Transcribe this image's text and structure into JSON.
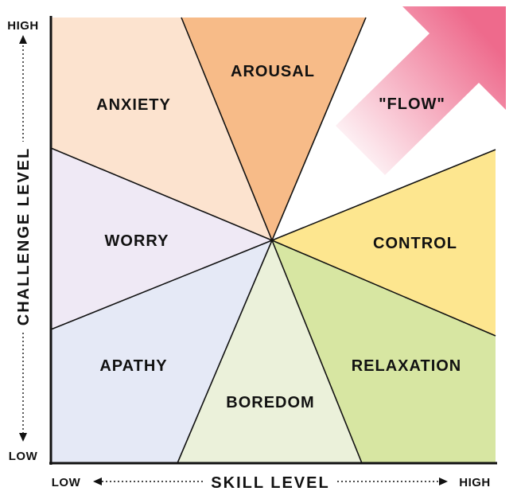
{
  "axes": {
    "y_title": "CHALLENGE LEVEL",
    "y_high": "HIGH",
    "y_low": "LOW",
    "x_title": "SKILL LEVEL",
    "x_low": "LOW",
    "x_high": "HIGH"
  },
  "zones": {
    "anxiety": "ANXIETY",
    "arousal": "AROUSAL",
    "flow": "\"FLOW\"",
    "worry": "WORRY",
    "control": "CONTROL",
    "apathy": "APATHY",
    "boredom": "BOREDOM",
    "relaxation": "RELAXATION"
  },
  "colors": {
    "anxiety": "#fce3cf",
    "arousal": "#f7bb88",
    "flow": "#ffffff",
    "worry": "#efe9f5",
    "control": "#fde68f",
    "apathy": "#e5e9f6",
    "boredom": "#ebf1da",
    "relaxation": "#d7e6a2",
    "arrow": "#ee6a8c",
    "line": "#111111"
  }
}
